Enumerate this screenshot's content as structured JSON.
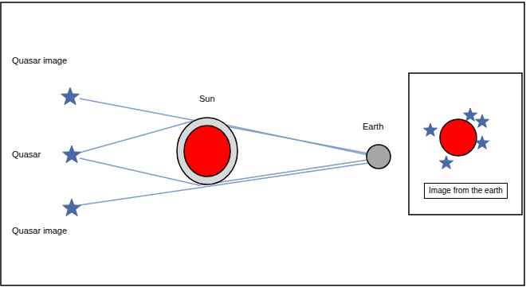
{
  "diagram": {
    "nodes": [
      {
        "text": [
          "Image from the earth"
        ]
      }
    ],
    "labels": [
      "Quasar image",
      "Quasar",
      "Quasar image",
      "Sun",
      "Earth"
    ]
  }
}
